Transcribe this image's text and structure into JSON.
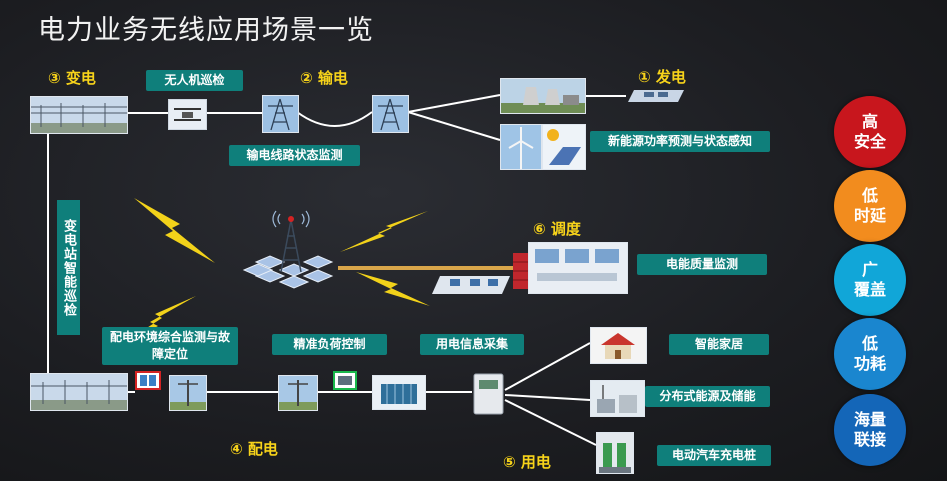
{
  "title": "电力业务无线应用场景一览",
  "sections": {
    "substation": "③ 变电",
    "transmission": "② 输电",
    "generation": "① 发电",
    "dispatch": "⑥ 调度",
    "distribution": "④ 配电",
    "consumption": "⑤ 用电"
  },
  "labels": {
    "uav_patrol": "无人机巡检",
    "line_monitor": "输电线路状态监测",
    "renewable": "新能源功率预测与状态感知",
    "substation_patrol": "变电站智能巡检",
    "power_quality": "电能质量监测",
    "env_monitor": "配电环境综合监测与故障定位",
    "load_control": "精准负荷控制",
    "info_collect": "用电信息采集",
    "smart_home": "智能家居",
    "distributed_energy": "分布式能源及储能",
    "ev_charging": "电动汽车充电桩"
  },
  "features": [
    {
      "line1": "高",
      "line2": "安全",
      "color": "#c8161d"
    },
    {
      "line1": "低",
      "line2": "时延",
      "color": "#f28c1e"
    },
    {
      "line1": "广",
      "line2": "覆盖",
      "color": "#11a6d8"
    },
    {
      "line1": "低",
      "line2": "功耗",
      "color": "#1a86cf"
    },
    {
      "line1": "海量",
      "line2": "联接",
      "color": "#1466b8"
    }
  ],
  "colors": {
    "label_bg": "#0f7f7b",
    "section_text": "#f7d31a",
    "lightning": "#f2d21a"
  }
}
